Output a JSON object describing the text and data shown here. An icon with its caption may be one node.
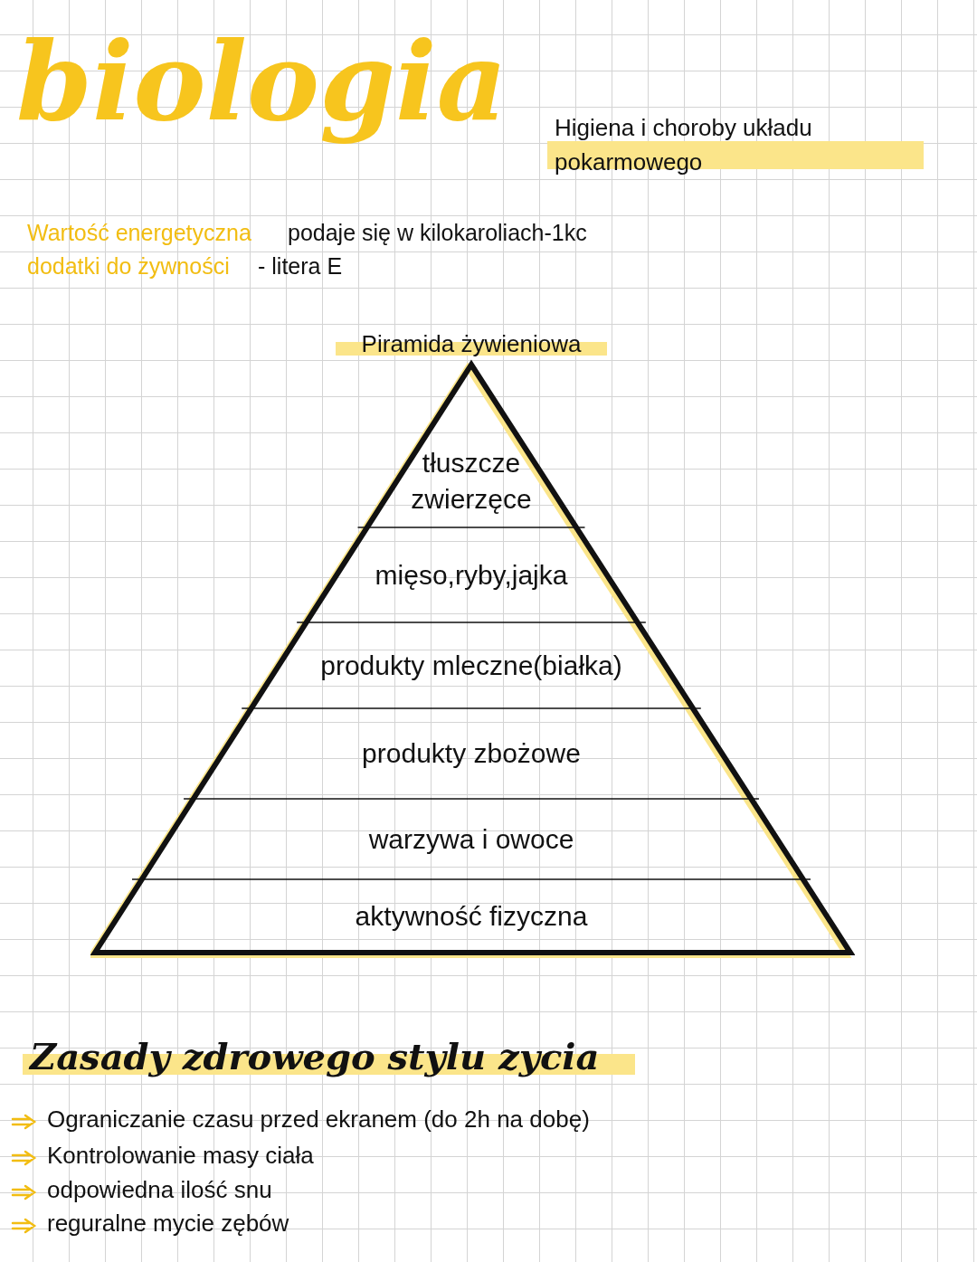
{
  "diagram": {
    "title": "biologia",
    "nodes": [
      {
        "text": [
          "Piramida żywieniowa"
        ]
      },
      {
        "text": [
          "tłuszcze zwierzęce"
        ],
        "in": 0
      },
      {
        "text": [
          "mięso,ryby,jajka"
        ],
        "in": 0
      },
      {
        "text": [
          "produkty mleczne(białka)"
        ],
        "in": 0
      },
      {
        "text": [
          "produkty zbożowe"
        ],
        "in": 0
      },
      {
        "text": [
          "warzywa i owoce"
        ],
        "in": 0
      },
      {
        "text": [
          "aktywność fizyczna"
        ],
        "in": 0
      }
    ],
    "edges": [],
    "labels": [
      "Higiena i choroby układu pokarmowego",
      "Wartość energetyczna",
      "podaje się w kilokaroliach-1kc",
      "dodatki do żywności",
      "- litera E",
      "Zasady zdrowego stylu zycia",
      "Ograniczanie czasu przed ekranem (do 2h na dobę)",
      "Kontrolowanie masy ciała",
      "odpowiedna ilość snu",
      "reguralne mycie zębów"
    ]
  }
}
